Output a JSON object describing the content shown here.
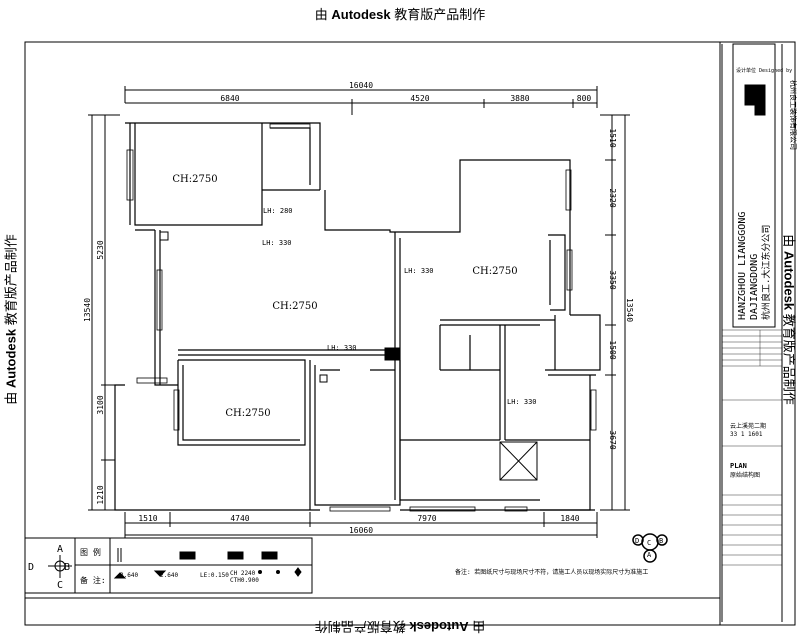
{
  "watermark": {
    "prefix": "由 ",
    "brand": "Autodesk",
    "suffix": " 教育版产品制作"
  },
  "dimensions": {
    "top_total": "16040",
    "top_segments": [
      "6840",
      "4520",
      "3880",
      "800"
    ],
    "bottom_total": "16060",
    "bottom_segments": [
      "1510",
      "4740",
      "7970",
      "1840"
    ],
    "left_total": "13540",
    "left_segments": [
      "5230",
      "3100",
      "1210"
    ],
    "right_total": "13540",
    "right_segments": [
      "1510",
      "2320",
      "3350",
      "1500",
      "3670"
    ]
  },
  "rooms": {
    "bedroom_top_left": "CH:2750",
    "bath_lh": "LH: 280",
    "living_lh": "LH: 330",
    "living": "CH:2750",
    "corridor_lh": "LH: 330",
    "bedroom_bottom_left": "CH:2750",
    "right_lh": "LH: 330",
    "right_room": "CH:2750",
    "bottom_right_lh": "LH: 330"
  },
  "legend": {
    "compass": [
      "A",
      "B",
      "C",
      "D"
    ],
    "legend_label": "图 例",
    "notes_label": "备 注:",
    "level1": "2.640",
    "level2": "2.640",
    "le": "LE:0.150",
    "ch": "CH 2240",
    "cth": "CTH0.900"
  },
  "note": "备注: 若图纸尺寸与现场尺寸不符，请施工人员以现场实际尺寸为准施工",
  "compass_rose": [
    "A",
    "B",
    "C",
    "D"
  ],
  "title_block": {
    "designed_by": "设计单位 Designed by",
    "company_en1": "HANZGHOU LIANGGONG",
    "company_en2": "DAJIANGDONG",
    "company_cn": "杭州良工.大江东分公司",
    "company_full": "杭州良工装饰有限公司",
    "project": "云上溪苑二期",
    "unit": "33 1 1601",
    "drawing_en": "PLAN",
    "drawing_cn": "原始结构图"
  }
}
